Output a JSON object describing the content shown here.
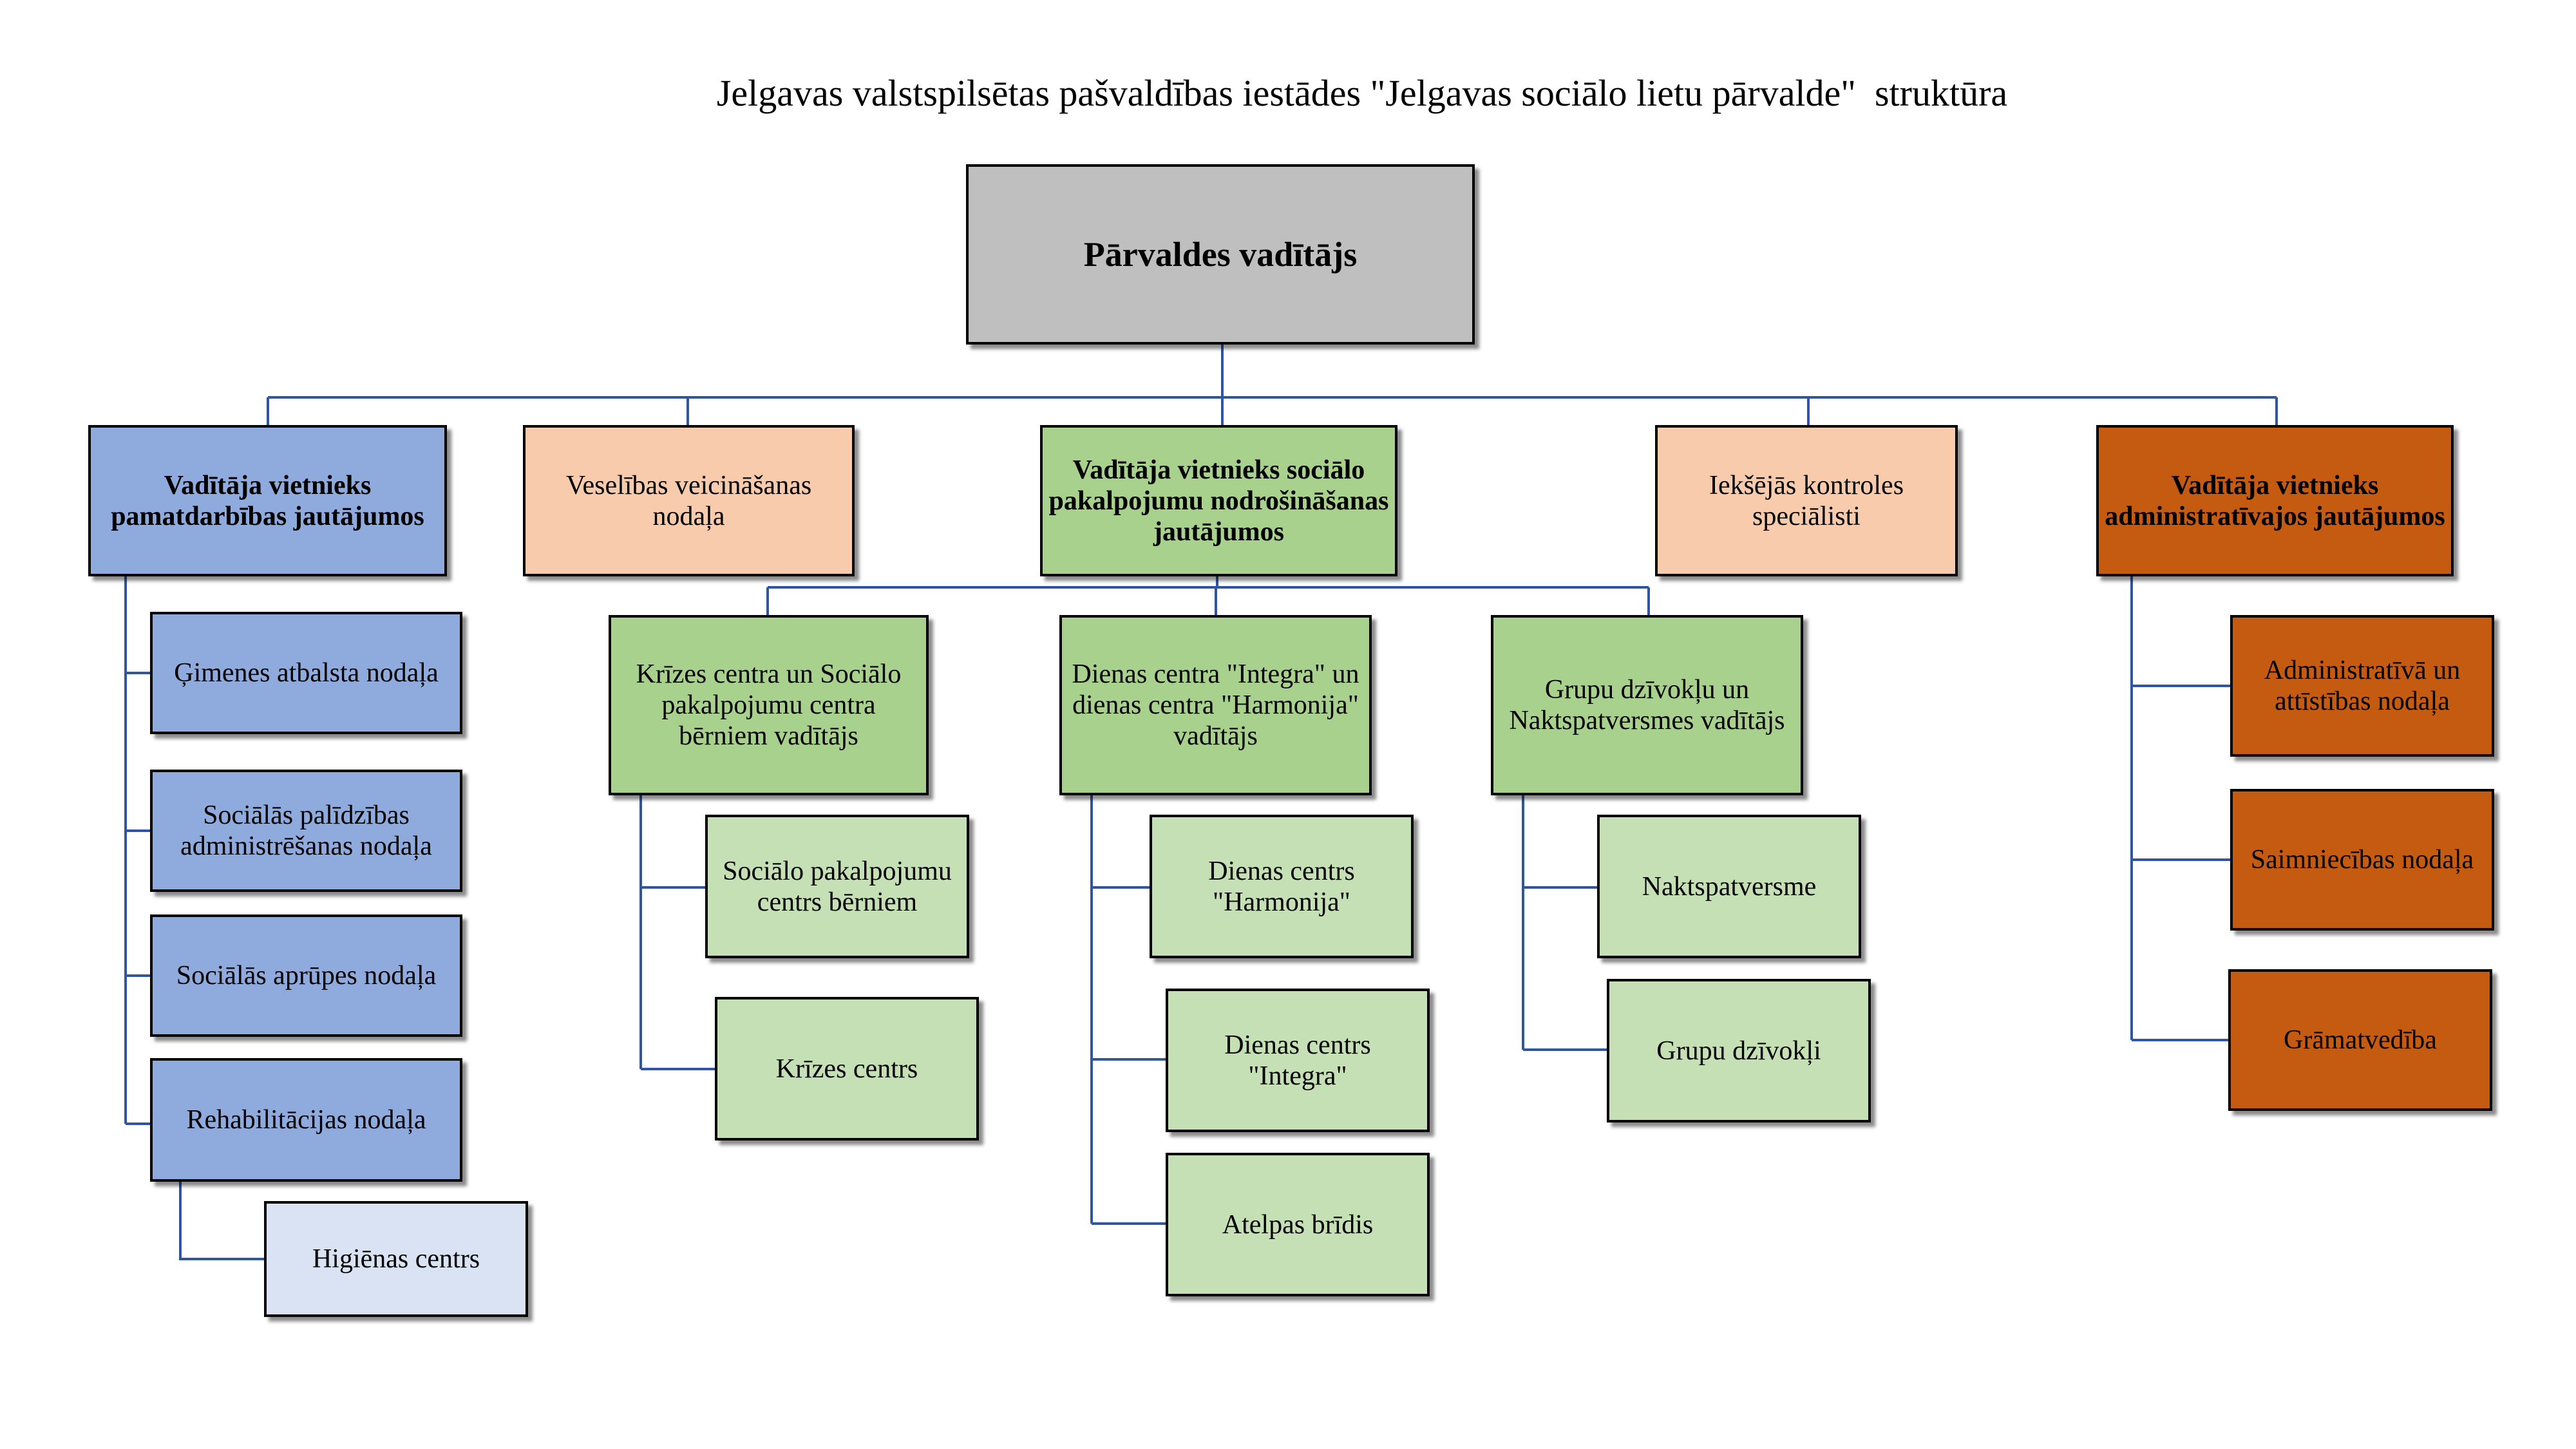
{
  "title": "Jelgavas valstspilsētas pašvaldības iestādes \"Jelgavas sociālo lietu pārvalde\"  struktūra",
  "colors": {
    "connector": "#2f55a4",
    "gray": "#bfbfbf",
    "blue": "#8faadc",
    "light_blue": "#dae3f3",
    "peach": "#f8cbad",
    "green": "#a9d18e",
    "light_green": "#c5e0b4",
    "orange": "#c55a11"
  },
  "nodes": {
    "root": "Pārvaldes vadītājs",
    "deputy_core": "Vadītāja vietnieks pamatdarbības jautājumos",
    "health": "Veselības veicināšanas nodaļa",
    "deputy_social": "Vadītāja vietnieks sociālo pakalpojumu nodrošināšanas jautājumos",
    "internal_control": "Iekšējās kontroles speciālisti",
    "deputy_admin": "Vadītāja vietnieks administratīvajos jautājumos",
    "family_support": "Ģimenes atbalsta nodaļa",
    "social_assistance": "Sociālās palīdzības administrēšanas nodaļa",
    "social_care": "Sociālās aprūpes nodaļa",
    "rehabilitation": "Rehabilitācijas nodaļa",
    "hygiene": "Higiēnas centrs",
    "crisis_head": "Krīzes centra un Sociālo pakalpojumu centra bērniem vadītājs",
    "day_head": "Dienas centra \"Integra\" un dienas centra \"Harmonija\" vadītājs",
    "group_head": "Grupu dzīvokļu un Naktspatversmes vadītājs",
    "children_center": "Sociālo pakalpojumu centrs bērniem",
    "crisis_center": "Krīzes centrs",
    "harmonija": "Dienas centrs \"Harmonija\"",
    "integra": "Dienas centrs \"Integra\"",
    "atelpa": "Atelpas brīdis",
    "night_shelter": "Naktspatversme",
    "group_apartments": "Grupu dzīvokļi",
    "admin_dev": "Administratīvā un attīstības nodaļa",
    "household": "Saimniecības nodaļa",
    "accounting": "Grāmatvedība"
  }
}
